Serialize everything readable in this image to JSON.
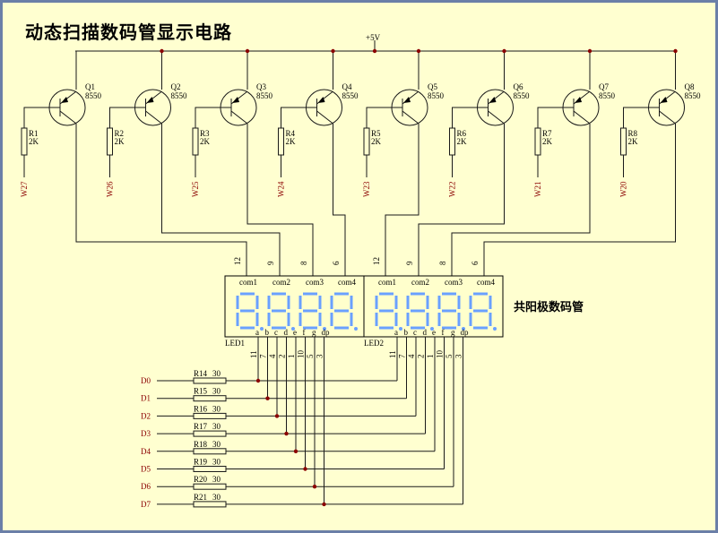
{
  "title": "动态扫描数码管显示电路",
  "vcc": "+5V",
  "transistors": [
    {
      "name": "Q1",
      "part": "8550",
      "r": "R1",
      "rval": "2K",
      "net": "W27"
    },
    {
      "name": "Q2",
      "part": "8550",
      "r": "R2",
      "rval": "2K",
      "net": "W26"
    },
    {
      "name": "Q3",
      "part": "8550",
      "r": "R3",
      "rval": "2K",
      "net": "W25"
    },
    {
      "name": "Q4",
      "part": "8550",
      "r": "R4",
      "rval": "2K",
      "net": "W24"
    },
    {
      "name": "Q5",
      "part": "8550",
      "r": "R5",
      "rval": "2K",
      "net": "W23"
    },
    {
      "name": "Q6",
      "part": "8550",
      "r": "R6",
      "rval": "2K",
      "net": "W22"
    },
    {
      "name": "Q7",
      "part": "8550",
      "r": "R7",
      "rval": "2K",
      "net": "W21"
    },
    {
      "name": "Q8",
      "part": "8550",
      "r": "R8",
      "rval": "2K",
      "net": "W20"
    }
  ],
  "displays": [
    {
      "name": "LED1",
      "coms": [
        "com1",
        "com2",
        "com3",
        "com4"
      ],
      "com_pins": [
        "12",
        "9",
        "8",
        "6"
      ],
      "segs": [
        "a",
        "b",
        "c",
        "d",
        "e",
        "f",
        "g",
        "dp"
      ],
      "seg_pins": [
        "11",
        "7",
        "4",
        "2",
        "1",
        "10",
        "5",
        "3"
      ]
    },
    {
      "name": "LED2",
      "coms": [
        "com1",
        "com2",
        "com3",
        "com4"
      ],
      "com_pins": [
        "12",
        "9",
        "8",
        "6"
      ],
      "segs": [
        "a",
        "b",
        "c",
        "d",
        "e",
        "f",
        "g",
        "dp"
      ],
      "seg_pins": [
        "11",
        "7",
        "4",
        "2",
        "1",
        "10",
        "5",
        "3"
      ]
    }
  ],
  "display_label": "共阳极数码管",
  "seg_resistors": [
    {
      "net": "D0",
      "r": "R14",
      "val": "30"
    },
    {
      "net": "D1",
      "r": "R15",
      "val": "30"
    },
    {
      "net": "D2",
      "r": "R16",
      "val": "30"
    },
    {
      "net": "D3",
      "r": "R17",
      "val": "30"
    },
    {
      "net": "D4",
      "r": "R18",
      "val": "30"
    },
    {
      "net": "D5",
      "r": "R19",
      "val": "30"
    },
    {
      "net": "D6",
      "r": "R20",
      "val": "30"
    },
    {
      "net": "D7",
      "r": "R21",
      "val": "30"
    }
  ],
  "colors": {
    "background": "#ffffd0",
    "border": "#6b7fa8",
    "display_body": "#ffffcc",
    "segment": "#6aa0ff",
    "net_label": "#8b0000"
  }
}
